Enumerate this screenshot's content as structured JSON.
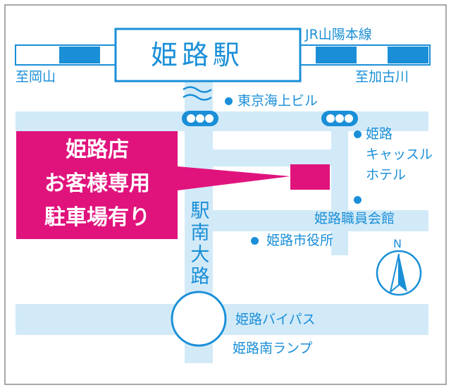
{
  "station": {
    "name": "姫路駅"
  },
  "rail": {
    "line_name": "JR山陽本線",
    "west_label": "至岡山",
    "east_label": "至加古川"
  },
  "landmarks": {
    "tokyo_kaijo": "東京海上ビル",
    "castle_hotel": [
      "姫路",
      "キャッスル",
      "ホテル"
    ],
    "staff_hall": "姫路職員会館",
    "city_hall": "姫路市役所"
  },
  "roads": {
    "ekimae_odori": [
      "駅",
      "南",
      "大",
      "路"
    ],
    "bypass": "姫路バイパス",
    "ramp": "姫路南ランプ"
  },
  "callout": {
    "lines": [
      "姫路店",
      "お客様専用",
      "駐車場有り"
    ]
  },
  "compass": {
    "north": "N"
  },
  "colors": {
    "road": "#d2eaf8",
    "line_blue": "#1a8fd8",
    "accent": "#e0137d",
    "border": "#8c8c8c"
  }
}
